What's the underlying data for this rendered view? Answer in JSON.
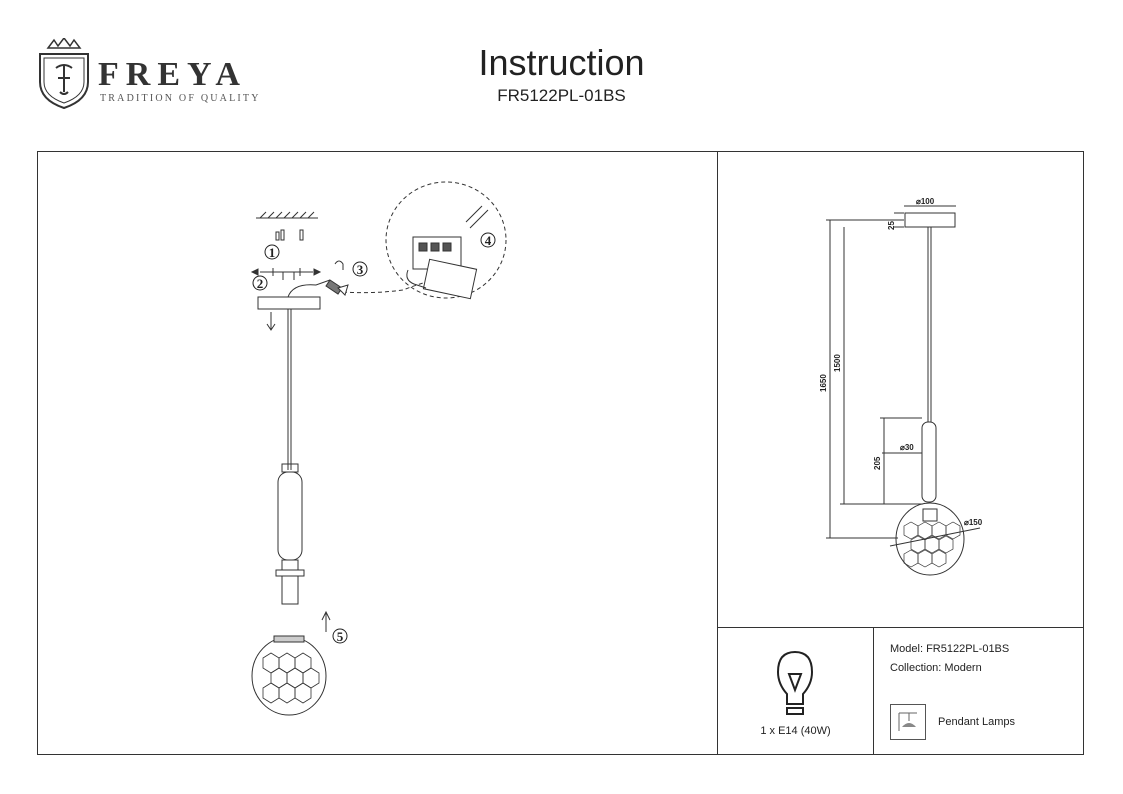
{
  "header": {
    "brand": "FREYA",
    "tagline": "TRADITION OF QUALITY",
    "title": "Instruction",
    "model_code": "FR5122PL-01BS"
  },
  "steps": [
    "1",
    "2",
    "3",
    "4",
    "5"
  ],
  "dimensions": {
    "canopy_diameter": "⌀100",
    "canopy_height": "25",
    "total_height": "1650",
    "cable_length": "1500",
    "holder_length": "205",
    "holder_diameter": "⌀30",
    "shade_diameter": "⌀150"
  },
  "bulb": {
    "label": "1 x E14 (40W)"
  },
  "info": {
    "model": "Model: FR5122PL-01BS",
    "collection": "Collection: Modern",
    "type": "Pendant Lamps"
  }
}
